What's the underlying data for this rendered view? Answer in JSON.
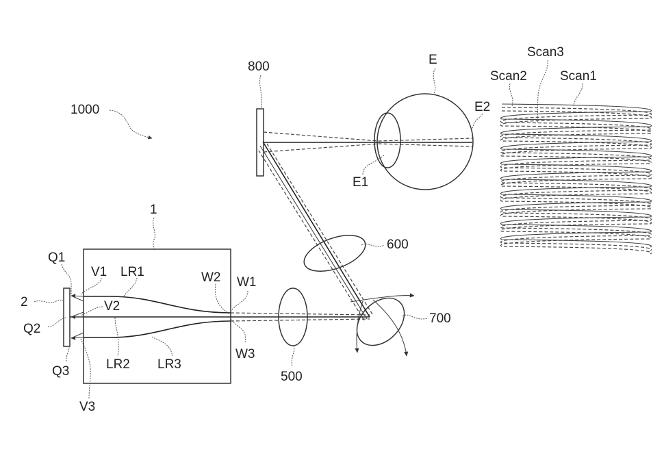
{
  "figure": {
    "system_label": "1000",
    "components": {
      "light_source_block": "1",
      "display_element": "2",
      "lens_500": "500",
      "lens_600": "600",
      "scanner_700": "700",
      "reflector_800": "800",
      "eye": "E",
      "eye_lens": "E1",
      "retina": "E2"
    },
    "points_q": [
      "Q1",
      "Q2",
      "Q3"
    ],
    "points_v": [
      "V1",
      "V2",
      "V3"
    ],
    "points_w": [
      "W1",
      "W2",
      "W3"
    ],
    "light_rays": [
      "LR1",
      "LR2",
      "LR3"
    ],
    "scans": [
      "Scan1",
      "Scan2",
      "Scan3"
    ]
  }
}
